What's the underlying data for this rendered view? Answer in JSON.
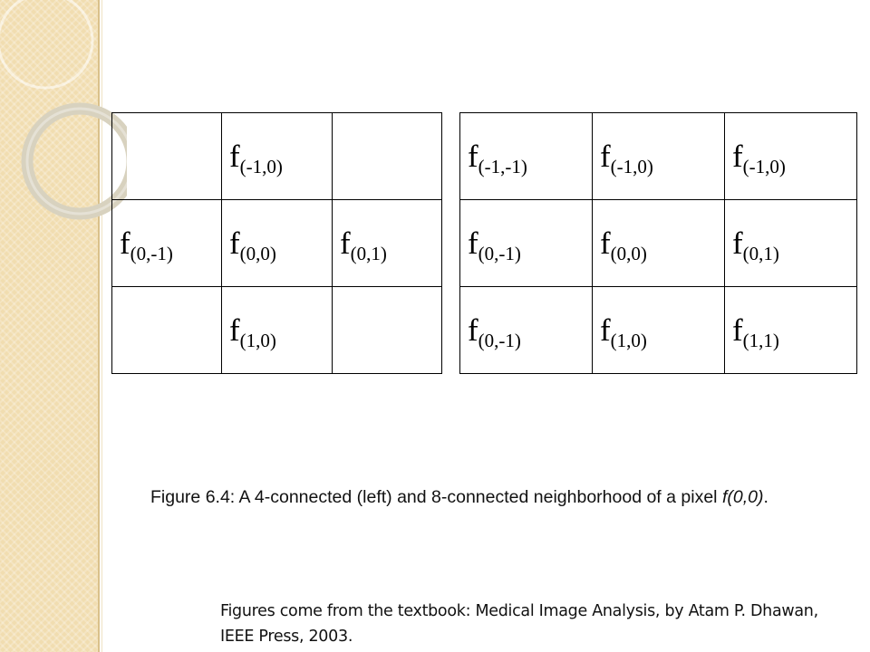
{
  "grid_4_connected": [
    [
      {
        "f": "",
        "sub": ""
      },
      {
        "f": "f",
        "sub": "(-1,0)"
      },
      {
        "f": "",
        "sub": ""
      }
    ],
    [
      {
        "f": "f",
        "sub": "(0,-1)"
      },
      {
        "f": "f",
        "sub": "(0,0)"
      },
      {
        "f": "f",
        "sub": "(0,1)"
      }
    ],
    [
      {
        "f": "",
        "sub": ""
      },
      {
        "f": "f",
        "sub": "(1,0)"
      },
      {
        "f": "",
        "sub": ""
      }
    ]
  ],
  "grid_8_connected": [
    [
      {
        "f": "f",
        "sub": "(-1,-1)"
      },
      {
        "f": "f",
        "sub": "(-1,0)"
      },
      {
        "f": "f",
        "sub": "(-1,0)"
      }
    ],
    [
      {
        "f": "f",
        "sub": "(0,-1)"
      },
      {
        "f": "f",
        "sub": "(0,0)"
      },
      {
        "f": "f",
        "sub": "(0,1)"
      }
    ],
    [
      {
        "f": "f",
        "sub": "(0,-1)"
      },
      {
        "f": "f",
        "sub": "(1,0)"
      },
      {
        "f": "f",
        "sub": "(1,1)"
      }
    ]
  ],
  "caption": {
    "main": "Figure 6.4: A 4-connected (left) and 8-connected neighborhood of a pixel ",
    "italic": "f(0,0)",
    "end": "."
  },
  "source_note": "Figures come from the textbook: Medical Image Analysis, by Atam P. Dhawan, IEEE Press, 2003.",
  "colors": {
    "side_band": "#f1ddb0",
    "ring": "#d8d2bf",
    "text": "#000000"
  }
}
